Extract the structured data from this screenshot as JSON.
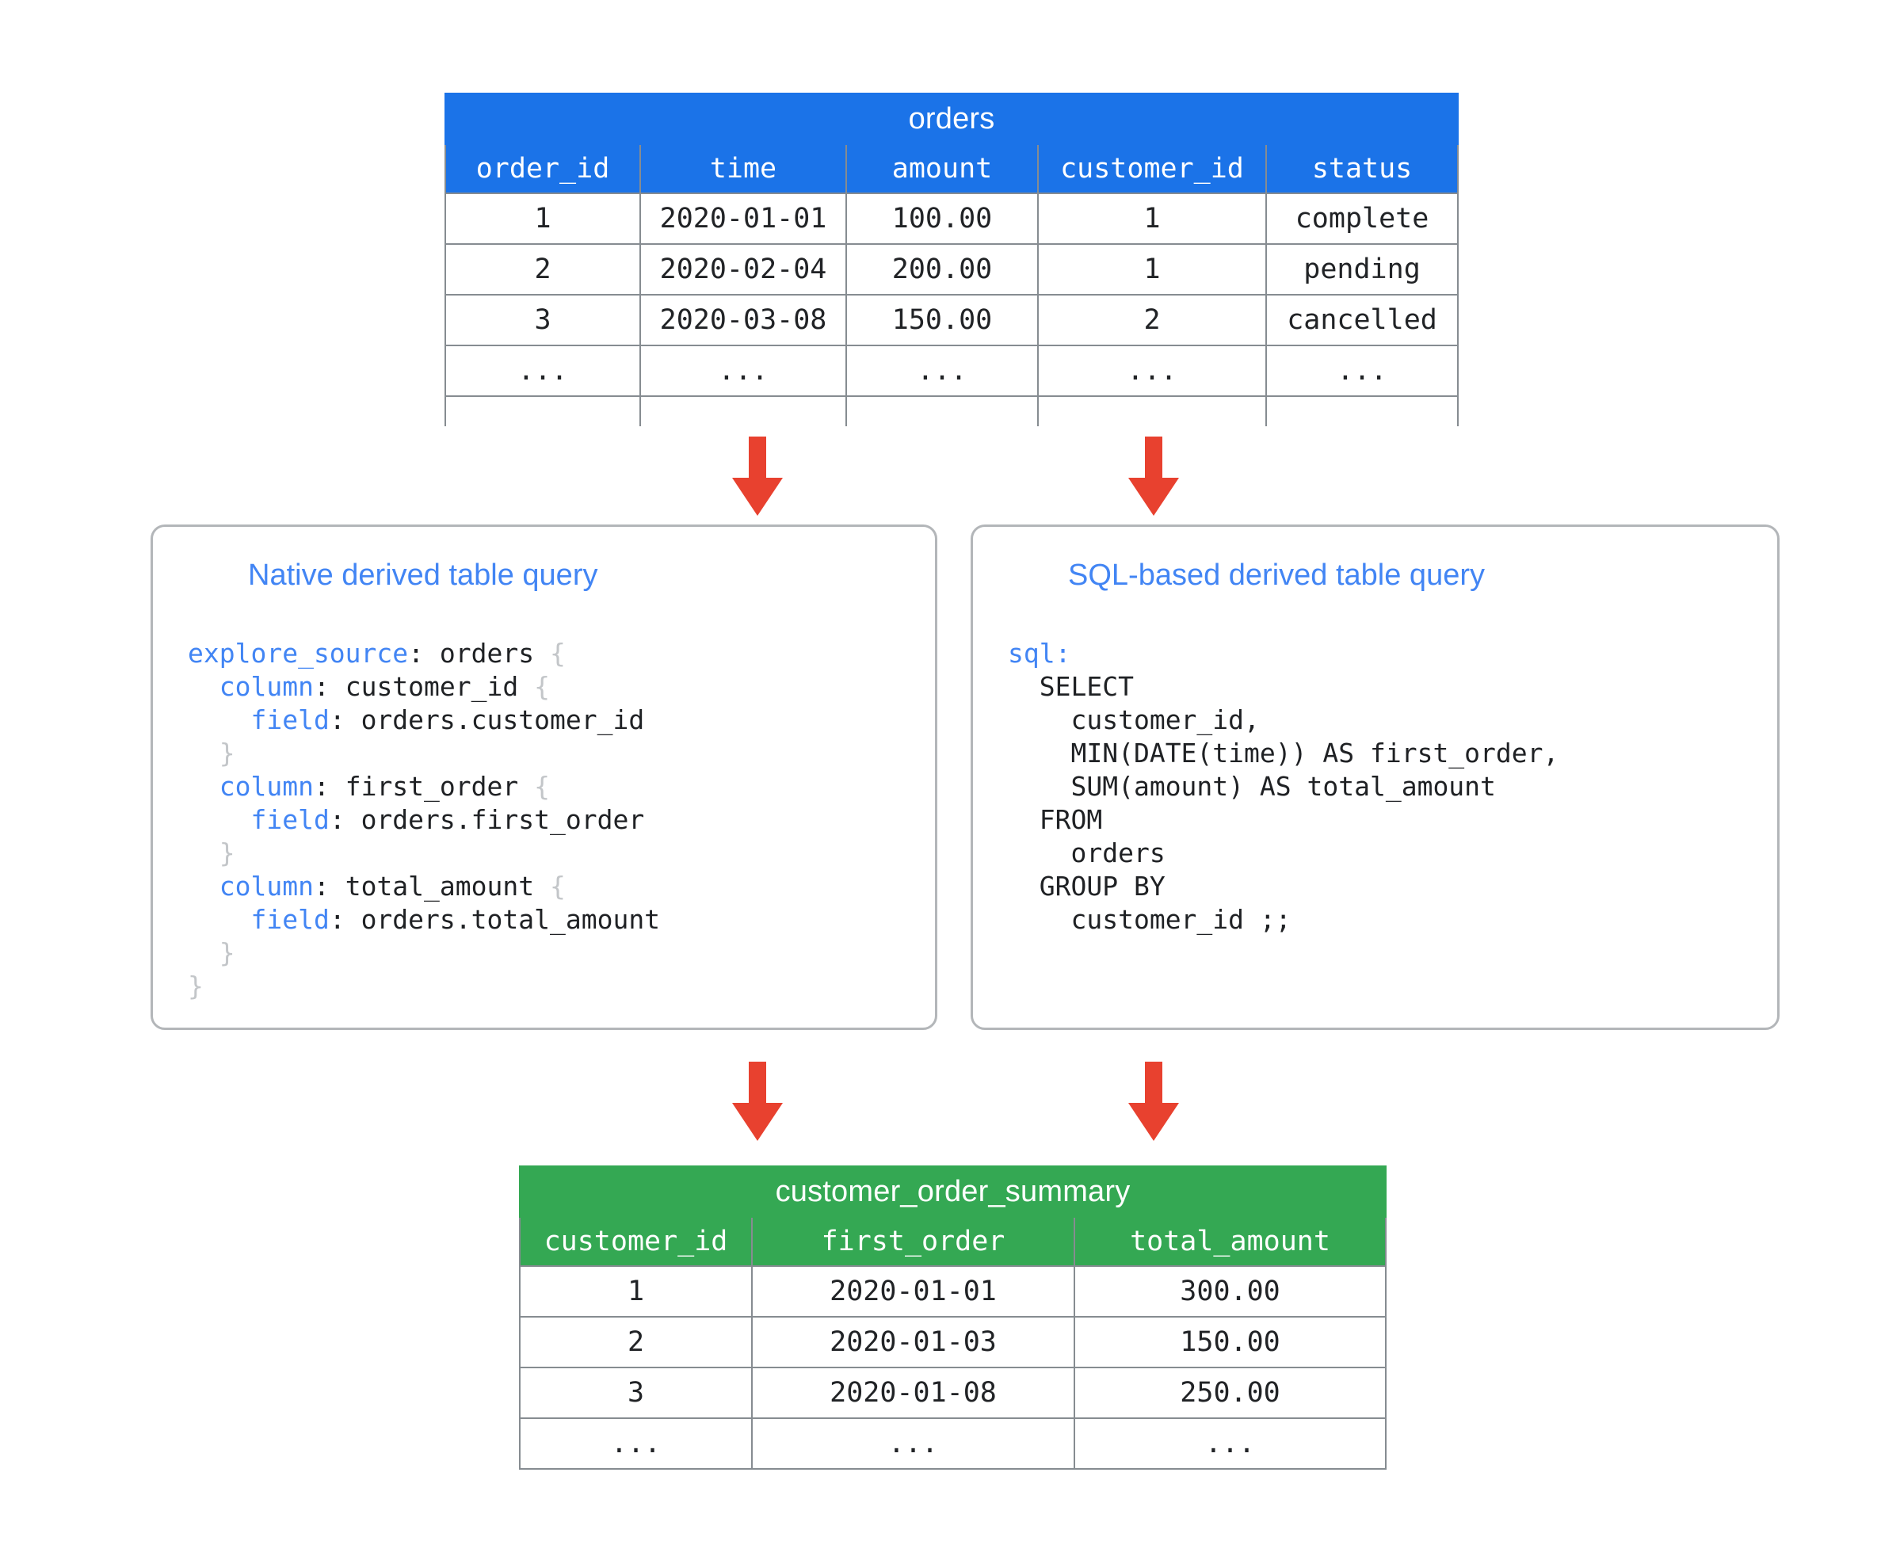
{
  "colors": {
    "blue_header": "#1b73e8",
    "green_header": "#34a853",
    "arrow_red": "#e8412f",
    "keyword_blue": "#4285f4",
    "card_border": "#b3b6b9",
    "table_border": "#868c91"
  },
  "orders_table": {
    "title": "orders",
    "columns": [
      "order_id",
      "time",
      "amount",
      "customer_id",
      "status"
    ],
    "rows": [
      [
        "1",
        "2020-01-01",
        "100.00",
        "1",
        "complete"
      ],
      [
        "2",
        "2020-02-04",
        "200.00",
        "1",
        "pending"
      ],
      [
        "3",
        "2020-03-08",
        "150.00",
        "2",
        "cancelled"
      ],
      [
        "...",
        "...",
        "...",
        "...",
        "..."
      ],
      [
        "",
        "",
        "",
        "",
        ""
      ]
    ]
  },
  "summary_table": {
    "title": "customer_order_summary",
    "columns": [
      "customer_id",
      "first_order",
      "total_amount"
    ],
    "rows": [
      [
        "1",
        "2020-01-01",
        "300.00"
      ],
      [
        "2",
        "2020-01-03",
        "150.00"
      ],
      [
        "3",
        "2020-01-08",
        "250.00"
      ],
      [
        "...",
        "...",
        "..."
      ]
    ]
  },
  "native_card": {
    "title": "Native derived table query",
    "code_lines": [
      {
        "indent": 0,
        "parts": [
          {
            "t": "explore_source",
            "c": "kw"
          },
          {
            "t": ": orders ",
            "c": ""
          },
          {
            "t": "{",
            "c": "brace"
          }
        ]
      },
      {
        "indent": 1,
        "parts": [
          {
            "t": "column",
            "c": "kw"
          },
          {
            "t": ": customer_id ",
            "c": ""
          },
          {
            "t": "{",
            "c": "brace"
          }
        ]
      },
      {
        "indent": 2,
        "parts": [
          {
            "t": "field",
            "c": "kw"
          },
          {
            "t": ": orders.customer_id",
            "c": ""
          }
        ]
      },
      {
        "indent": 1,
        "parts": [
          {
            "t": "}",
            "c": "brace"
          }
        ]
      },
      {
        "indent": 1,
        "parts": [
          {
            "t": "column",
            "c": "kw"
          },
          {
            "t": ": first_order ",
            "c": ""
          },
          {
            "t": "{",
            "c": "brace"
          }
        ]
      },
      {
        "indent": 2,
        "parts": [
          {
            "t": "field",
            "c": "kw"
          },
          {
            "t": ": orders.first_order",
            "c": ""
          }
        ]
      },
      {
        "indent": 1,
        "parts": [
          {
            "t": "}",
            "c": "brace"
          }
        ]
      },
      {
        "indent": 1,
        "parts": [
          {
            "t": "column",
            "c": "kw"
          },
          {
            "t": ": total_amount ",
            "c": ""
          },
          {
            "t": "{",
            "c": "brace"
          }
        ]
      },
      {
        "indent": 2,
        "parts": [
          {
            "t": "field",
            "c": "kw"
          },
          {
            "t": ": orders.total_amount",
            "c": ""
          }
        ]
      },
      {
        "indent": 1,
        "parts": [
          {
            "t": "}",
            "c": "brace"
          }
        ]
      },
      {
        "indent": 0,
        "parts": [
          {
            "t": "}",
            "c": "brace"
          }
        ]
      }
    ]
  },
  "sql_card": {
    "title": "SQL-based derived table query",
    "code_lines": [
      {
        "indent": 0,
        "parts": [
          {
            "t": "sql:",
            "c": "kw"
          }
        ]
      },
      {
        "indent": 1,
        "parts": [
          {
            "t": "SELECT",
            "c": ""
          }
        ]
      },
      {
        "indent": 2,
        "parts": [
          {
            "t": "customer_id,",
            "c": ""
          }
        ]
      },
      {
        "indent": 2,
        "parts": [
          {
            "t": "MIN(DATE(time)) AS first_order,",
            "c": ""
          }
        ]
      },
      {
        "indent": 2,
        "parts": [
          {
            "t": "SUM(amount) AS total_amount",
            "c": ""
          }
        ]
      },
      {
        "indent": 1,
        "parts": [
          {
            "t": "FROM",
            "c": ""
          }
        ]
      },
      {
        "indent": 2,
        "parts": [
          {
            "t": "orders",
            "c": ""
          }
        ]
      },
      {
        "indent": 1,
        "parts": [
          {
            "t": "GROUP BY",
            "c": ""
          }
        ]
      },
      {
        "indent": 2,
        "parts": [
          {
            "t": "customer_id ;;",
            "c": ""
          }
        ]
      }
    ]
  },
  "arrows": [
    {
      "name": "arrow-orders-to-native",
      "direction": "down"
    },
    {
      "name": "arrow-orders-to-sql",
      "direction": "down"
    },
    {
      "name": "arrow-native-to-summary",
      "direction": "down"
    },
    {
      "name": "arrow-sql-to-summary",
      "direction": "down"
    }
  ]
}
